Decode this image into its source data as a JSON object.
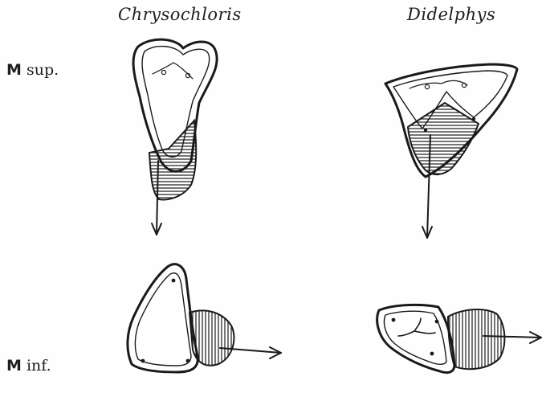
{
  "columns": [
    {
      "genus": "Chrysochloris"
    },
    {
      "genus": "Didelphys"
    }
  ],
  "rows": [
    {
      "letter": "M",
      "suffix": "sup."
    },
    {
      "letter": "M",
      "suffix": "inf."
    }
  ],
  "colors": {
    "ink": "#1a1a1a",
    "paper": "#fefefe"
  }
}
